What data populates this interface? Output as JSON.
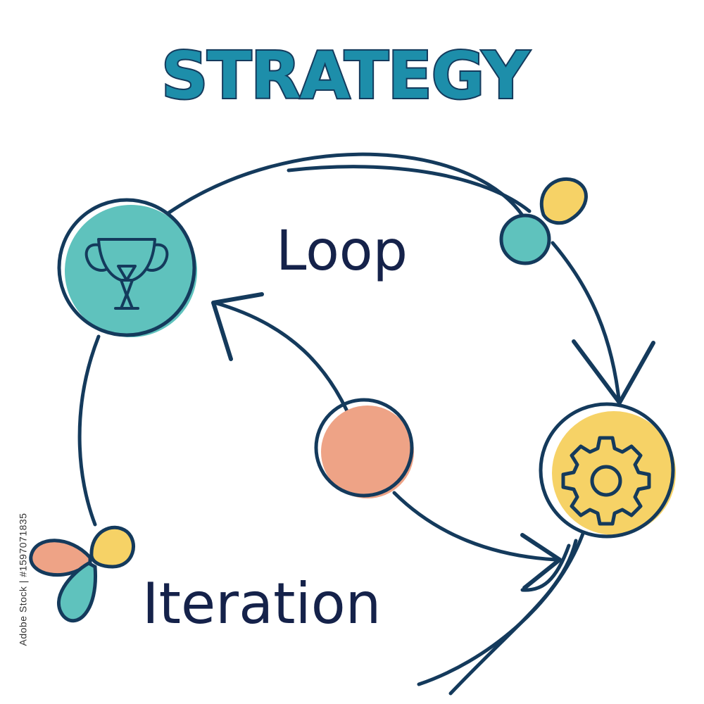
{
  "title": "STRATEGY",
  "labels": {
    "loop": "Loop",
    "iteration": "Iteration"
  },
  "icons": {
    "left_node": "trophy-icon",
    "right_node": "gear-icon"
  },
  "colors": {
    "title_fill": "#1d8eaa",
    "outline": "#143a5c",
    "teal": "#5fc2bd",
    "yellow": "#f6d266",
    "salmon": "#eea386",
    "text": "#15224a"
  },
  "watermark": "Adobe Stock | #1597071835"
}
